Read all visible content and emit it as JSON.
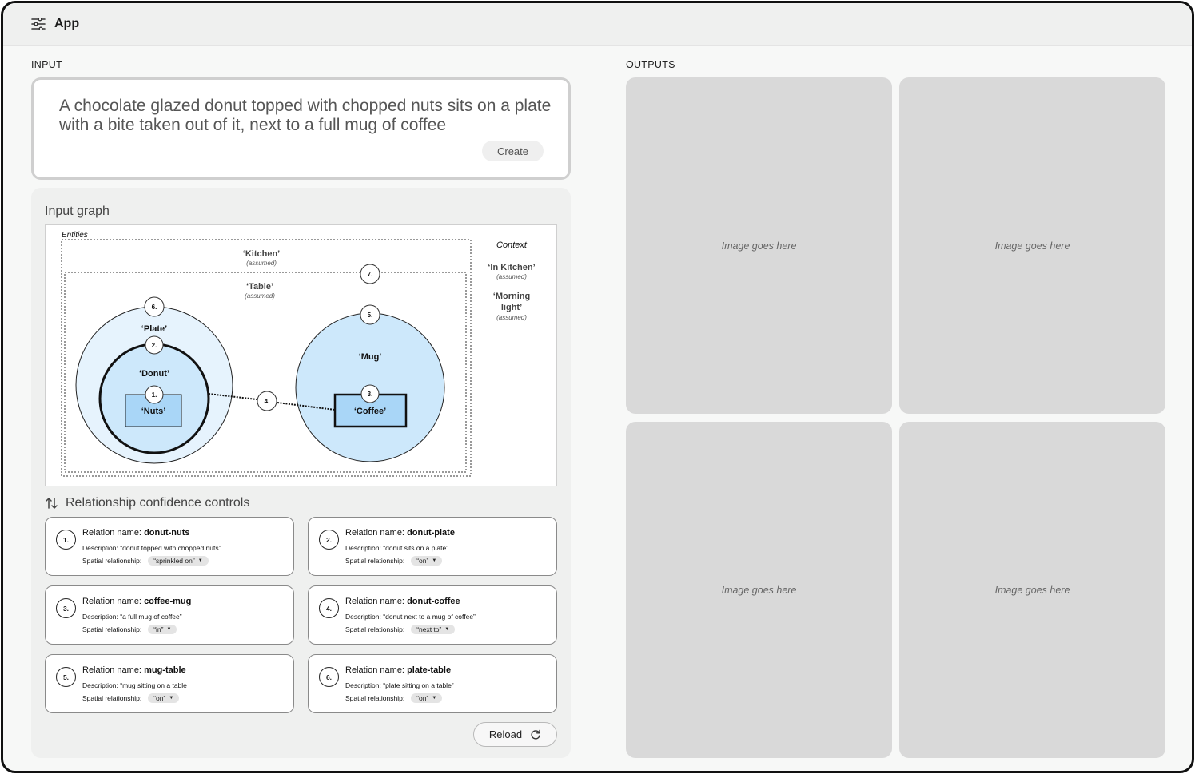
{
  "app": {
    "title": "App",
    "icon": "sliders-icon"
  },
  "input": {
    "section_label": "INPUT",
    "prompt": "A chocolate glazed donut topped with chopped nuts sits on a plate with a bite taken out of it, next to a full mug of coffee",
    "create_label": "Create"
  },
  "graph": {
    "title": "Input graph",
    "entities_label": "Entities",
    "context_label": "Context",
    "assumed": "(assumed)",
    "kitchen": "‘Kitchen’",
    "table": "‘Table’",
    "plate": "‘Plate’",
    "donut": "‘Donut’",
    "nuts": "‘Nuts’",
    "mug": "‘Mug’",
    "coffee": "‘Coffee’",
    "context_items": [
      {
        "label_line1": "‘In Kitchen’",
        "label_line2": ""
      },
      {
        "label_line1": "‘Morning",
        "label_line2": "light’"
      }
    ],
    "markers": [
      "1.",
      "2.",
      "3.",
      "4.",
      "5.",
      "6.",
      "7."
    ]
  },
  "relationships": {
    "header": "Relationship confidence controls",
    "name_prefix": "Relation name:",
    "desc_prefix": "Description:",
    "spatial_prefix": "Spatial relationship:",
    "items": [
      {
        "num": "1.",
        "name": "donut-nuts",
        "description": "“donut topped with chopped nuts”",
        "spatial": "“sprinkled on”"
      },
      {
        "num": "2.",
        "name": "donut-plate",
        "description": "“donut sits on a plate”",
        "spatial": "“on”"
      },
      {
        "num": "3.",
        "name": "coffee-mug",
        "description": "“a full mug of coffee”",
        "spatial": "“in”"
      },
      {
        "num": "4.",
        "name": "donut-coffee",
        "description": "“donut next to a mug of coffee”",
        "spatial": "“next to”"
      },
      {
        "num": "5.",
        "name": "mug-table",
        "description": "“mug sitting on a table",
        "spatial": "“on”"
      },
      {
        "num": "6.",
        "name": "plate-table",
        "description": "“plate sitting on a table”",
        "spatial": "“on”"
      }
    ],
    "reload_label": "Reload"
  },
  "outputs": {
    "section_label": "OUTPUTS",
    "placeholders": [
      "Image goes here",
      "Image goes here",
      "Image goes here",
      "Image goes here"
    ]
  }
}
